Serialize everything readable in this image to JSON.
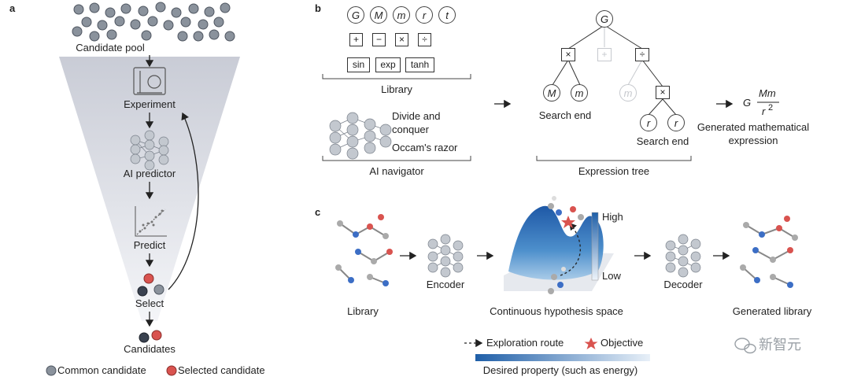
{
  "panels": {
    "a": "a",
    "b": "b",
    "c": "c"
  },
  "panel_a": {
    "candidate_pool": "Candidate pool",
    "experiment": "Experiment",
    "ai_predictor": "AI predictor",
    "predict": "Predict",
    "select": "Select",
    "candidates": "Candidates",
    "legend_common": "Common candidate",
    "legend_selected": "Selected candidate",
    "colors": {
      "common": "#8a929c",
      "selected": "#d9534f",
      "dark": "#3a4250"
    }
  },
  "panel_b": {
    "library_vars": [
      "G",
      "M",
      "m",
      "r",
      "t"
    ],
    "library_ops": [
      "+",
      "−",
      "×",
      "÷"
    ],
    "library_funcs": [
      "sin",
      "exp",
      "tanh"
    ],
    "library_label": "Library",
    "navigator_line1": "Divide and",
    "navigator_line2": "conquer",
    "navigator_line3": "Occam's razor",
    "navigator_label": "AI navigator",
    "tree_root": "G",
    "tree_left_op": "×",
    "tree_mid_op": "+",
    "tree_right_op": "÷",
    "tree_M": "M",
    "tree_m": "m",
    "tree_m_faded": "m",
    "tree_right2_op": "×",
    "tree_r1": "r",
    "tree_r2": "r",
    "search_end_1": "Search end",
    "search_end_2": "Search end",
    "tree_label": "Expression tree",
    "expr_prefix": "G",
    "expr_num": "Mm",
    "expr_den": "r",
    "expr_exp": "2",
    "generated_line1": "Generated mathematical",
    "generated_line2": "expression"
  },
  "panel_c": {
    "library": "Library",
    "encoder": "Encoder",
    "space": "Continuous hypothesis space",
    "high": "High",
    "low": "Low",
    "decoder": "Decoder",
    "generated_library": "Generated library",
    "exploration": "Exploration route",
    "objective": "Objective",
    "desired": "Desired property (such as energy)",
    "objective_color": "#d9534f"
  },
  "watermark": "新智元"
}
